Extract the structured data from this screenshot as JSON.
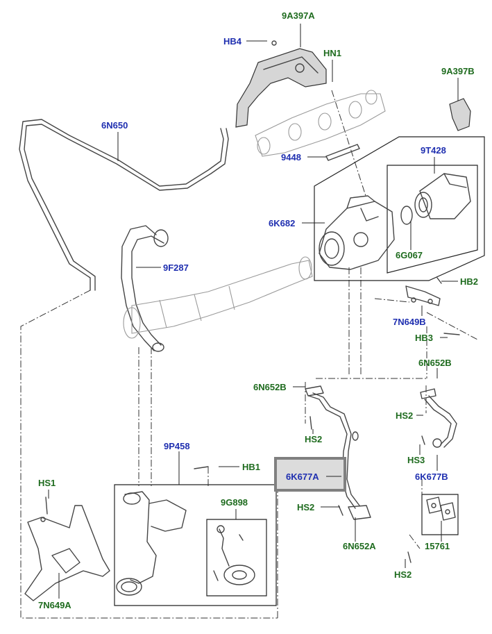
{
  "colors": {
    "supersession_label": "#1e6b1e",
    "part_label": "#1f2fb0",
    "highlight": "#808080"
  },
  "labels": {
    "l_9A397A": "9A397A",
    "l_HB4": "HB4",
    "l_HN1": "HN1",
    "l_9A397B": "9A397B",
    "l_6N650": "6N650",
    "l_9448": "9448",
    "l_9T428": "9T428",
    "l_6K682": "6K682",
    "l_6G067": "6G067",
    "l_9F287": "9F287",
    "l_HB2": "HB2",
    "l_7N649B": "7N649B",
    "l_HB3": "HB3",
    "l_6N652B_left": "6N652B",
    "l_6N652B_right": "6N652B",
    "l_HS2_a": "HS2",
    "l_HS2_b": "HS2",
    "l_HS3": "HS3",
    "l_9P458": "9P458",
    "l_HB1": "HB1",
    "l_6K677A": "6K677A",
    "l_6K677B": "6K677B",
    "l_HS1": "HS1",
    "l_9G898": "9G898",
    "l_HS2_c": "HS2",
    "l_6N652A": "6N652A",
    "l_15761": "15761",
    "l_HS2_d": "HS2",
    "l_7N649A": "7N649A"
  }
}
